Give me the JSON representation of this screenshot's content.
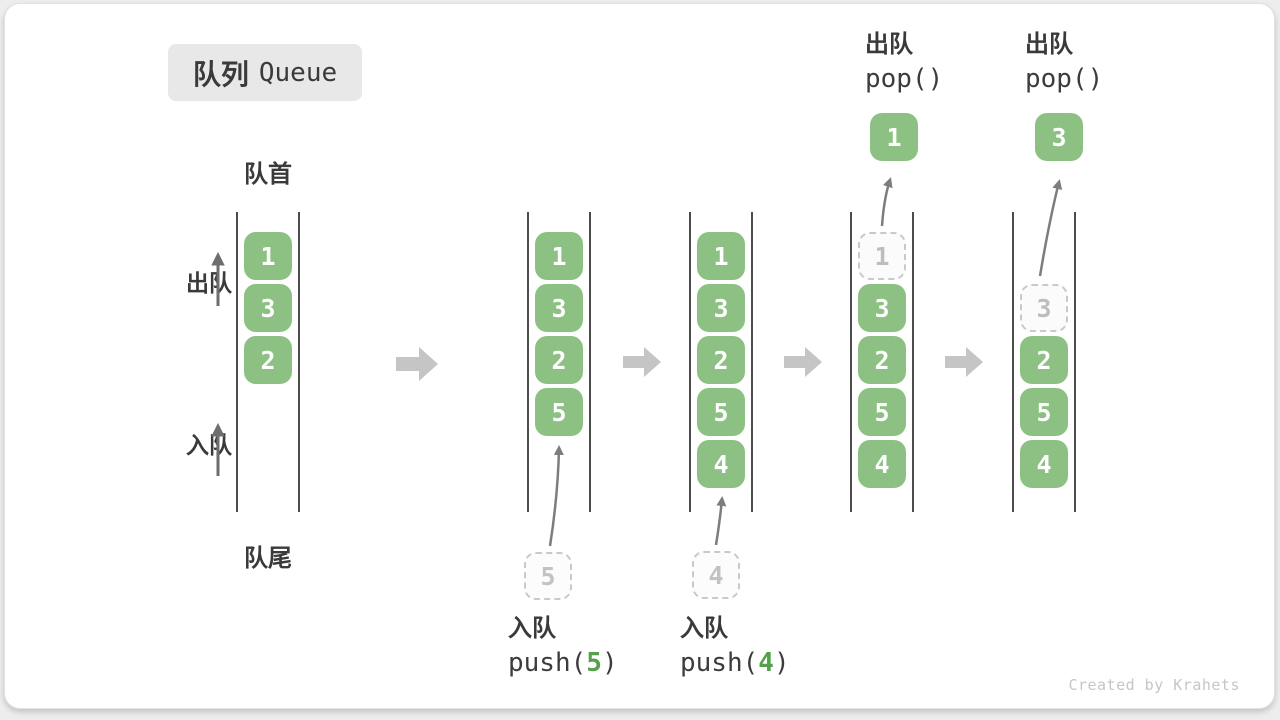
{
  "badge": {
    "zh": "队列",
    "en": "Queue"
  },
  "labels": {
    "front": "队首",
    "rear": "队尾",
    "dequeue": "出队",
    "enqueue": "入队"
  },
  "states": {
    "s1": {
      "cells": [
        "1",
        "3",
        "2"
      ]
    },
    "s2": {
      "cells": [
        "1",
        "3",
        "2",
        "5"
      ],
      "pending": "5",
      "op": {
        "name": "入队",
        "pre": "push(",
        "arg": "5",
        "post": ")"
      }
    },
    "s3": {
      "cells": [
        "1",
        "3",
        "2",
        "5",
        "4"
      ],
      "pending": "4",
      "op": {
        "name": "入队",
        "pre": "push(",
        "arg": "4",
        "post": ")"
      }
    },
    "s4": {
      "ghost": "1",
      "cells": [
        "3",
        "2",
        "5",
        "4"
      ],
      "popped": "1",
      "op": {
        "name": "出队",
        "code": "pop()"
      }
    },
    "s5": {
      "ghost": "3",
      "cells": [
        "2",
        "5",
        "4"
      ],
      "popped": "3",
      "op": {
        "name": "出队",
        "code": "pop()"
      }
    }
  },
  "watermark": "Created by Krahets",
  "colors": {
    "cell_green": "#8dc183",
    "arg_green": "#55a14b",
    "wall_gray": "#4c4c4c",
    "flow_arrow_gray": "#c5c5c5",
    "ghost_gray": "#c9c9c9",
    "badge_bg": "#e8e8e8",
    "text_dark": "#3a3a3a"
  }
}
